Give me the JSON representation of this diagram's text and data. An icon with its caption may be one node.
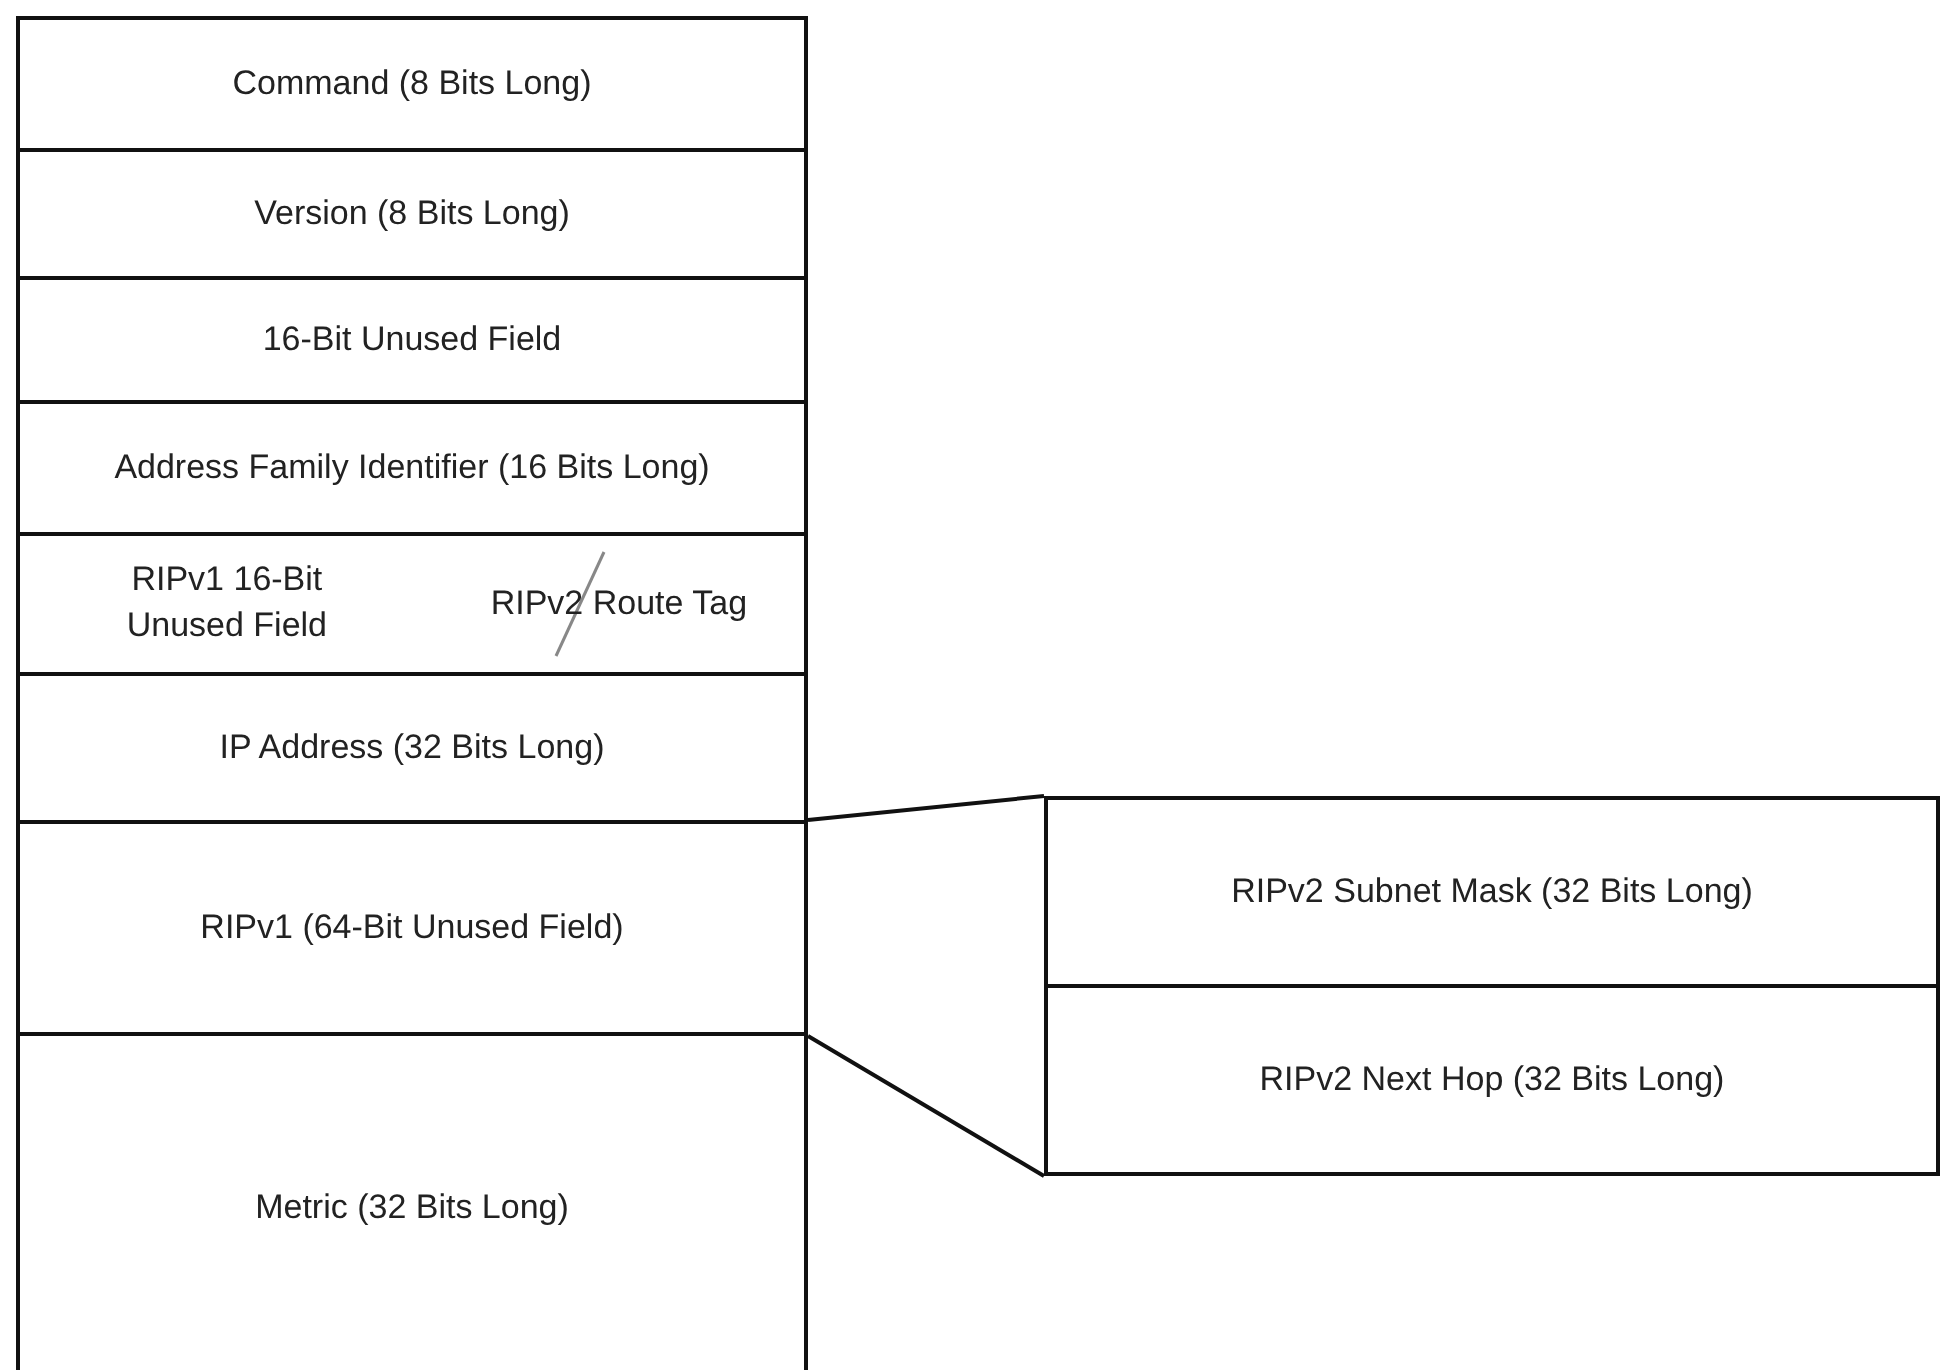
{
  "diagram": {
    "nodes": [
      {
        "text": [
          "Command (8 Bits Long)"
        ]
      },
      {
        "text": [
          "Version (8 Bits Long)"
        ]
      },
      {
        "text": [
          "16-Bit Unused Field"
        ]
      },
      {
        "text": [
          "Address Family Identifier (16 Bits Long)"
        ]
      },
      {
        "text": [
          "RIPv1 16-Bit Unused Field",
          "RIPv2 Route Tag"
        ]
      },
      {
        "text": [
          "IP Address (32 Bits Long)"
        ]
      },
      {
        "text": [
          "RIPv1 (64-Bit Unused Field)"
        ]
      },
      {
        "text": [
          "Metric (32 Bits Long)"
        ]
      },
      {
        "text": [
          "RIPv2 Subnet Mask (32 Bits Long)"
        ]
      },
      {
        "text": [
          "RIPv2 Next Hop (32 Bits Long)"
        ]
      }
    ],
    "edges": [
      {
        "from": 6,
        "to": 8,
        "arrow": "none"
      },
      {
        "from": 6,
        "to": 9,
        "arrow": "none"
      }
    ]
  }
}
